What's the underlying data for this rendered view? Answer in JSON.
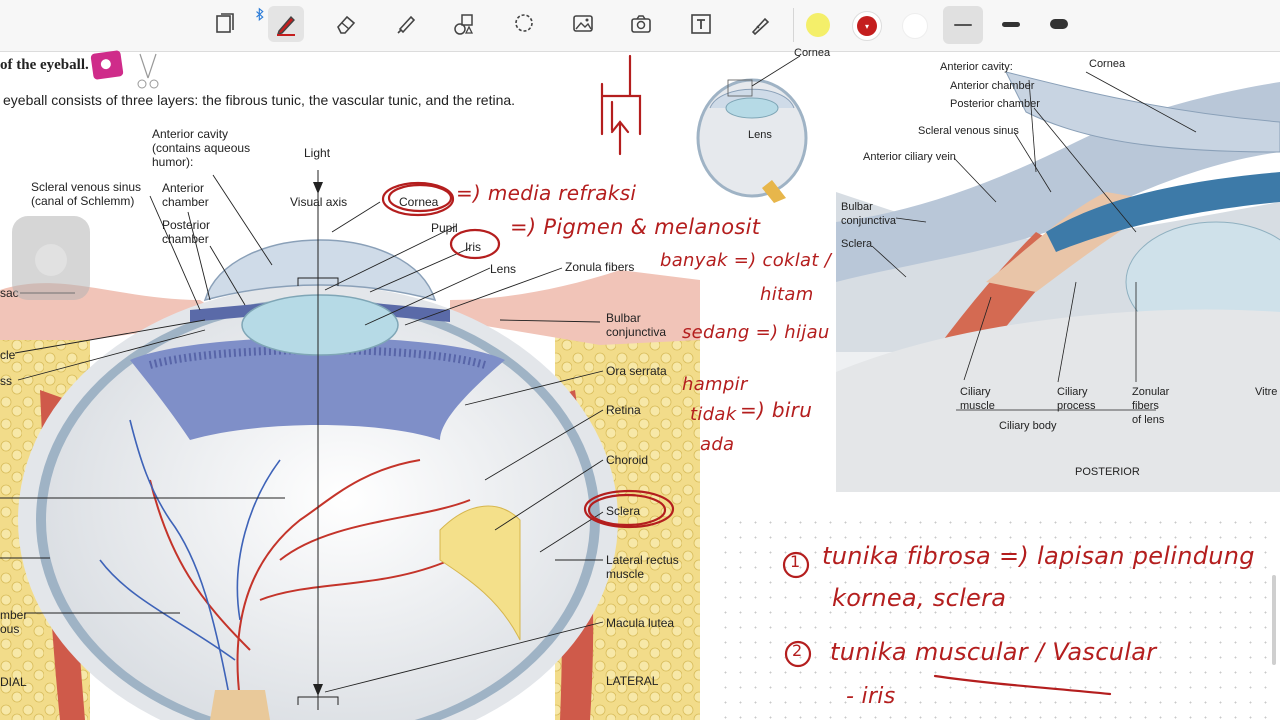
{
  "toolbar": {
    "tools": [
      "page-icon",
      "bluetooth-icon",
      "pen-icon",
      "eraser-icon",
      "highlighter-icon",
      "shapes-icon",
      "lasso-icon",
      "image-icon",
      "camera-icon",
      "textbox-icon",
      "laser-pointer-icon"
    ],
    "colors": [
      "#f4ef6a",
      "#c41e1e",
      "#ffffff"
    ],
    "selected_color": "#c41e1e",
    "stroke_sizes": [
      "thin",
      "medium",
      "thick"
    ],
    "selected_stroke": "thin"
  },
  "figure": {
    "title": "of the eyeball.",
    "caption": "eyeball consists of three layers: the fibrous tunic, the vascular tunic, and the retina.",
    "labels": {
      "anterior_cavity": "Anterior cavity\n(contains aqueous\nhumor):",
      "light": "Light",
      "visual_axis": "Visual axis",
      "cornea": "Cornea",
      "pupil": "Pupil",
      "iris": "Iris",
      "lens": "Lens",
      "zonula_fibers": "Zonula fibers",
      "scleral_venous_sinus": "Scleral venous sinus\n(canal of Schlemm)",
      "anterior_chamber": "Anterior\nchamber",
      "posterior_chamber": "Posterior\nchamber",
      "sac": "sac",
      "cle": "cle",
      "ss": "ss",
      "bulbar_conjunctiva": "Bulbar\nconjunctiva",
      "ora_serrata": "Ora serrata",
      "retina": "Retina",
      "choroid": "Choroid",
      "sclera": "Sclera",
      "lateral_rectus": "Lateral rectus\nmuscle",
      "macula_lutea": "Macula lutea",
      "lateral": "LATERAL",
      "mber": "mber\nous",
      "dial": "DIAL",
      "inset_cornea": "Cornea",
      "inset_lens": "Lens"
    }
  },
  "detail_figure": {
    "labels": {
      "anterior_cavity": "Anterior cavity:",
      "anterior_chamber": "Anterior chamber",
      "posterior_chamber": "Posterior chamber",
      "cornea": "Cornea",
      "scleral_venous_sinus": "Scleral venous sinus",
      "anterior_ciliary_vein": "Anterior ciliary vein",
      "bulbar_conjunctiva": "Bulbar\nconjunctiva",
      "sclera": "Sclera",
      "ciliary_muscle": "Ciliary\nmuscle",
      "ciliary_process": "Ciliary\nprocess",
      "zonular_fibers": "Zonular\nfibers\nof lens",
      "vitreous": "Vitre",
      "ciliary_body": "Ciliary body",
      "posterior": "POSTERIOR"
    }
  },
  "notes": {
    "cornea_note": "=) media refraksi",
    "iris_note": "=) Pigmen & melanosit",
    "banyak": "banyak =) coklat /",
    "hitam": "hitam",
    "sedang": "sedang =) hijau",
    "hampir": "hampir",
    "tidak": "tidak",
    "ada": "ada",
    "biru": "=) biru",
    "item1_num": "1",
    "item1": "tunika fibrosa =) lapisan pelindung",
    "item1_sub": "kornea, sclera",
    "item2_num": "2",
    "item2": "tunika muscular / Vascular",
    "item2_sub": "- iris"
  }
}
